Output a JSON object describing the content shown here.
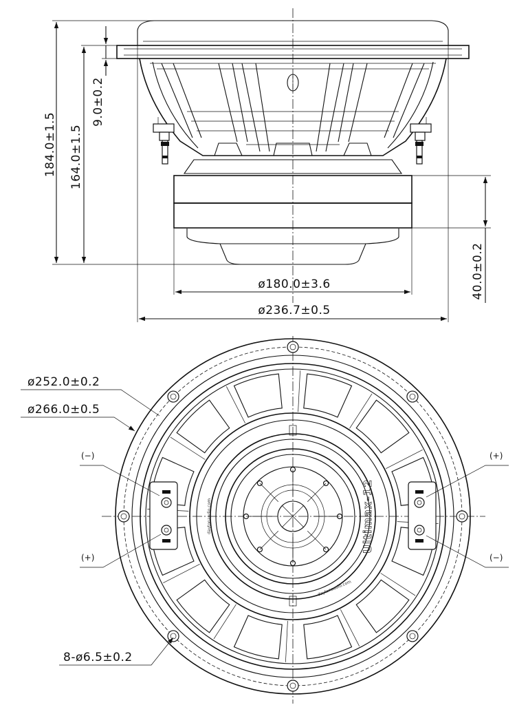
{
  "side_view": {
    "dim_total_height": "184.0±1.5",
    "dim_height_to_mount": "164.0±1.5",
    "dim_flange": "9.0±0.2",
    "dim_magnet_height": "40.0±0.2",
    "dim_magnet_diameter": "ø180.0±3.6",
    "dim_frame_diameter": "ø236.7±0.5"
  },
  "front_view": {
    "dim_bolt_circle": "ø252.0±0.2",
    "dim_outer_diameter": "ø266.0±0.5",
    "dim_holes": "8-ø6.5±0.2",
    "terminal_left_top": "(−)",
    "terminal_left_bottom": "(+)",
    "terminal_right_top": "(+)",
    "terminal_right_bottom": "(−)",
    "model_label": "Ultimax-12",
    "website_left": "daytonaudio.com",
    "website_right": "daytonaudio.com"
  }
}
